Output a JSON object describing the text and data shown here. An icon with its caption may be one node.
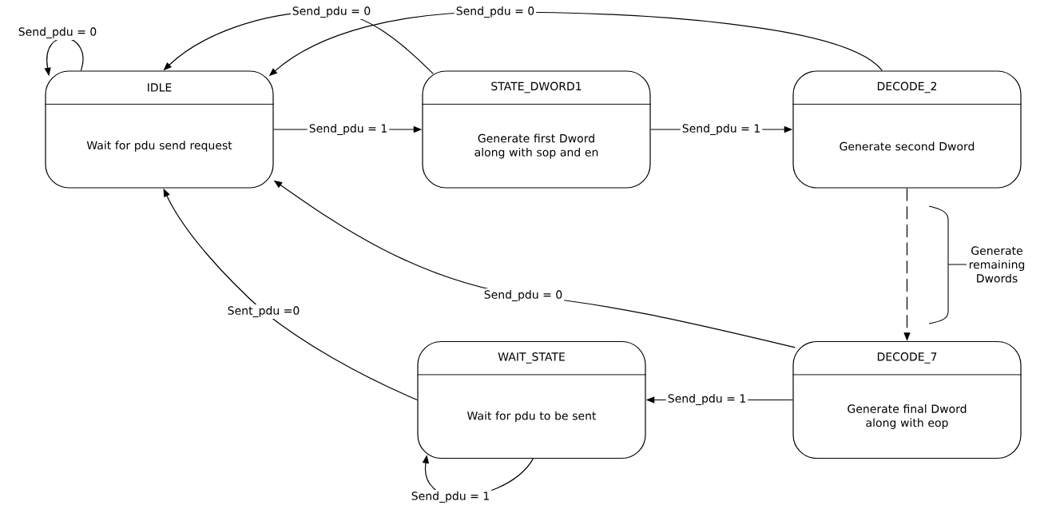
{
  "diagram": {
    "nodes": [
      {
        "text": [
          "IDLE",
          "Wait for pdu send request"
        ]
      },
      {
        "text": [
          "STATE_DWORD1",
          "Generate first Dword along with sop and en"
        ]
      },
      {
        "text": [
          "DECODE_2",
          "Generate second Dword"
        ]
      },
      {
        "text": [
          "WAIT_STATE",
          "Wait for pdu to be sent"
        ]
      },
      {
        "text": [
          "DECODE_7",
          "Generate final Dword along with eop"
        ]
      }
    ],
    "edges": [
      {
        "from": 0,
        "to": 0,
        "arrow": "to",
        "label": "Send_pdu = 0"
      },
      {
        "from": 0,
        "to": 1,
        "arrow": "to",
        "label": "Send_pdu = 1"
      },
      {
        "from": 1,
        "to": 2,
        "arrow": "to",
        "label": "Send_pdu = 1"
      },
      {
        "from": 1,
        "to": 0,
        "arrow": "to",
        "label": "Send_pdu = 0"
      },
      {
        "from": 2,
        "to": 0,
        "arrow": "to",
        "label": "Send_pdu = 0"
      },
      {
        "from": 2,
        "to": 4,
        "arrow": "to",
        "style": "dashed"
      },
      {
        "from": 4,
        "to": 0,
        "arrow": "to",
        "label": "Send_pdu = 0"
      },
      {
        "from": 4,
        "to": 3,
        "arrow": "to",
        "label": "Send_pdu = 1"
      },
      {
        "from": 3,
        "to": 0,
        "arrow": "to",
        "label": "Sent_pdu =0"
      },
      {
        "from": 3,
        "to": 3,
        "arrow": "to",
        "label": "Send_pdu = 1"
      }
    ],
    "labels": [
      "Generate remaining Dwords"
    ]
  }
}
